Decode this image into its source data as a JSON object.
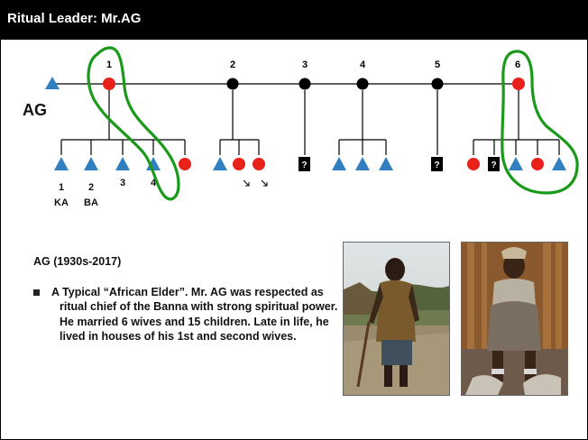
{
  "title": "Ritual Leader: Mr.AG",
  "diagram": {
    "ego_label": "AG",
    "wife_numbers": [
      "1",
      "2",
      "3",
      "4",
      "5",
      "6"
    ],
    "child_numbers": [
      "1",
      "2",
      "3",
      "4"
    ],
    "child_names": [
      "KA",
      "BA"
    ],
    "unknown_mark": "?",
    "colors": {
      "male": "#2f7fc1",
      "female": "#e8211b",
      "wife_unknown": "#000000",
      "highlight": "#1a9a1a"
    },
    "families": [
      {
        "wife": "1",
        "wife_color": "female",
        "children": [
          "male",
          "male",
          "male",
          "male",
          "female"
        ]
      },
      {
        "wife": "2",
        "wife_color": "unknown",
        "children": [
          "male",
          "female",
          "female"
        ]
      },
      {
        "wife": "3",
        "wife_color": "unknown",
        "children": [
          "unknown"
        ]
      },
      {
        "wife": "4",
        "wife_color": "unknown",
        "children": [
          "male",
          "male",
          "male"
        ]
      },
      {
        "wife": "5",
        "wife_color": "unknown",
        "children": [
          "unknown"
        ]
      },
      {
        "wife": "6",
        "wife_color": "female",
        "children": [
          "female",
          "unknown",
          "male",
          "female",
          "male"
        ]
      }
    ]
  },
  "subtitle": "AG (1930s-2017)",
  "bullet": "A Typical “African Elder”. Mr. AG was respected as ritual chief of the Banna with strong spiritual power. He married 6 wives and 15 children. Late in life, he lived in houses of his 1st and second wives."
}
